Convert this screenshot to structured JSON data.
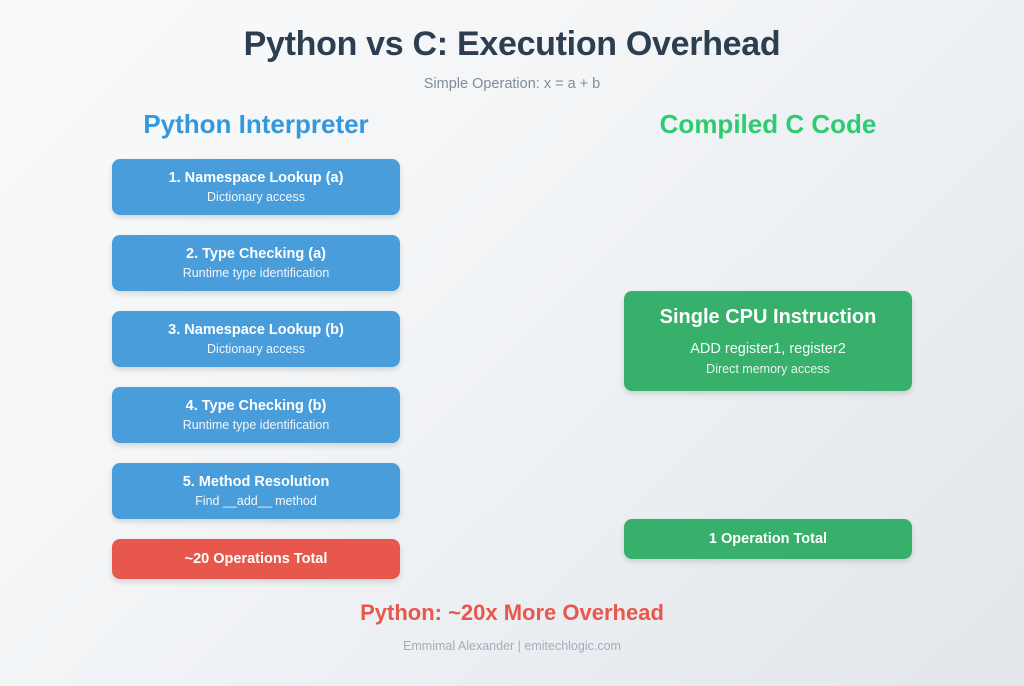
{
  "header": {
    "title": "Python vs C: Execution Overhead",
    "subtitle": "Simple Operation: x = a + b"
  },
  "columns": {
    "python": {
      "header": "Python Interpreter",
      "accent": "#3498db",
      "box_color": "#4a9ddb",
      "steps": [
        {
          "title": "1. Namespace Lookup (a)",
          "sub": "Dictionary access"
        },
        {
          "title": "2. Type Checking (a)",
          "sub": "Runtime type identification"
        },
        {
          "title": "3. Namespace Lookup (b)",
          "sub": "Dictionary access"
        },
        {
          "title": "4. Type Checking (b)",
          "sub": "Runtime type identification"
        },
        {
          "title": "5. Method Resolution",
          "sub": "Find __add__ method"
        }
      ],
      "total": {
        "label": "~20 Operations Total",
        "color": "#e8574c"
      }
    },
    "c": {
      "header": "Compiled C Code",
      "accent": "#2ecc71",
      "box_color": "#36b06a",
      "instruction": {
        "title": "Single CPU Instruction",
        "sub1": "ADD register1, register2",
        "sub2": "Direct memory access"
      },
      "total": {
        "label": "1 Operation Total",
        "color": "#36b06a"
      }
    }
  },
  "footer": {
    "conclusion": "Python: ~20x More Overhead",
    "conclusion_color": "#e8574c",
    "credits": "Emmimal Alexander | emitechlogic.com"
  },
  "theme": {
    "title_color": "#2c3e50",
    "subtitle_color": "#7f8c99",
    "background_from": "#f8fafb",
    "background_to": "#e2e7ec"
  }
}
